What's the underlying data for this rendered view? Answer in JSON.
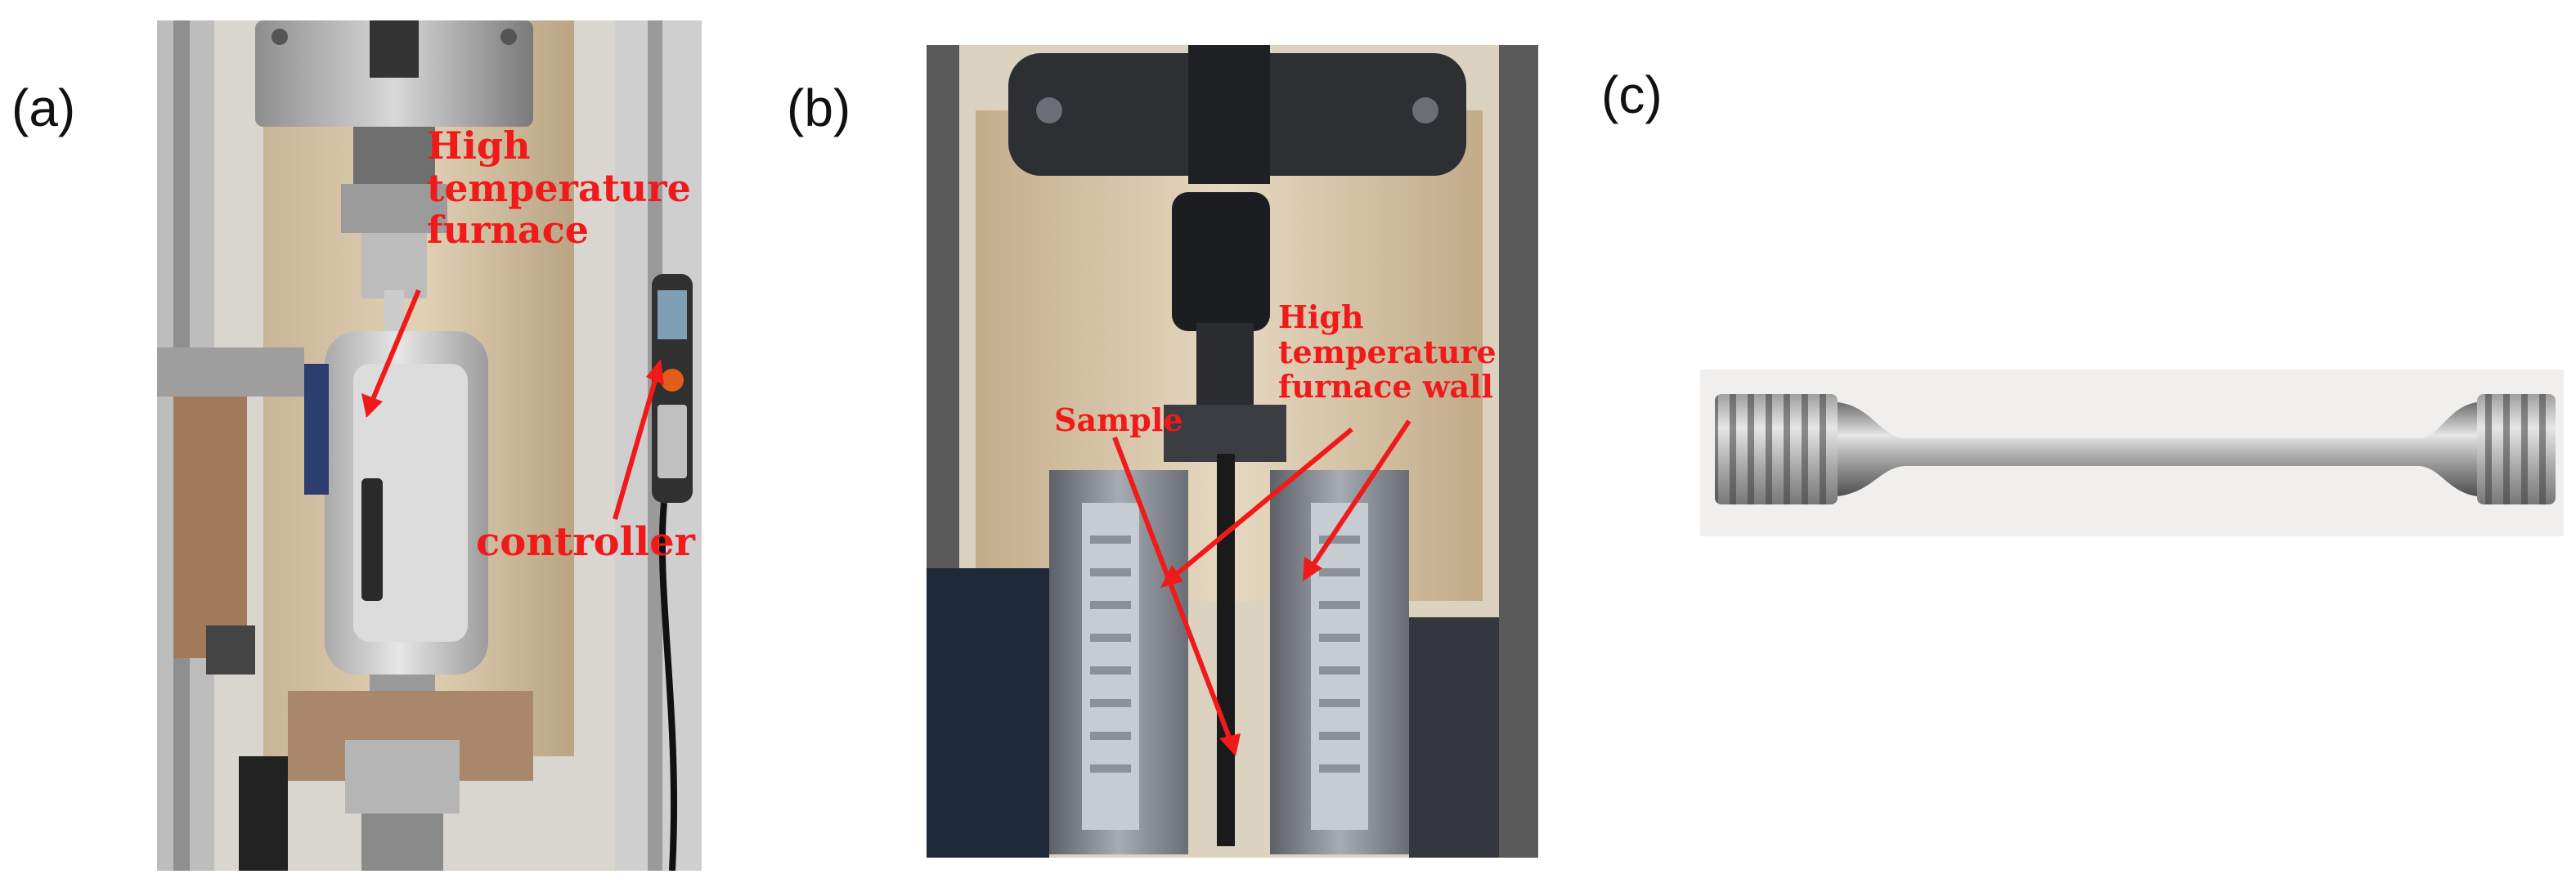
{
  "panels": [
    {
      "letter": "(a)",
      "annotations": {
        "furnace": "High\ntemperature\nfurnace",
        "controller": "controller"
      }
    },
    {
      "letter": "(b)",
      "annotations": {
        "furnace_wall": "High\ntemperature\nfurnace wall",
        "sample": "Sample"
      }
    },
    {
      "letter": "(c)",
      "annotations": {}
    }
  ],
  "colors": {
    "annotation_red": "#f11a1a",
    "background": "#ffffff"
  }
}
